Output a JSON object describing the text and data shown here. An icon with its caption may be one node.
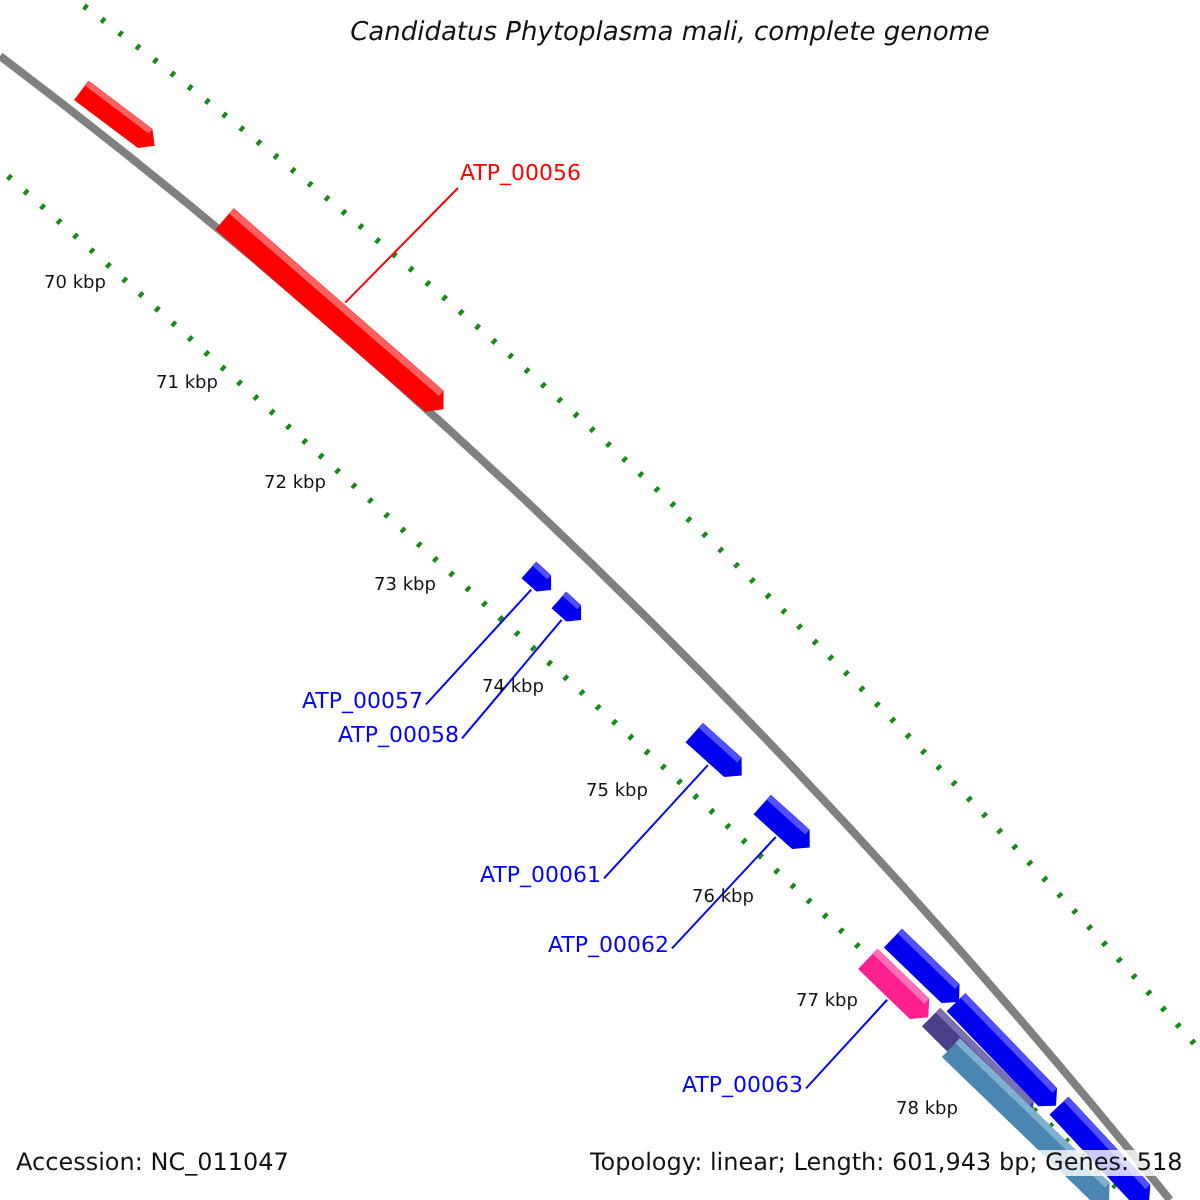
{
  "diagram": {
    "title": "Candidatus Phytoplasma mali, complete genome",
    "nodes": [
      {
        "text": [
          "ATP_00056"
        ]
      },
      {
        "text": [],
        "shape": "bar"
      },
      {
        "text": [
          "ATP_00057"
        ]
      },
      {
        "text": [],
        "shape": "bar"
      },
      {
        "text": [
          "ATP_00058"
        ]
      },
      {
        "text": [],
        "shape": "bar"
      },
      {
        "text": [
          "ATP_00061"
        ]
      },
      {
        "text": [],
        "shape": "bar"
      },
      {
        "text": [
          "ATP_00062"
        ]
      },
      {
        "text": [],
        "shape": "bar"
      },
      {
        "text": [
          "ATP_00063"
        ]
      },
      {
        "text": [],
        "shape": "bar"
      }
    ],
    "edges": [
      {
        "from": 0,
        "to": 1,
        "arrow": "none",
        "color": "#ff0000"
      },
      {
        "from": 2,
        "to": 3,
        "arrow": "none"
      },
      {
        "from": 4,
        "to": 5,
        "arrow": "none"
      },
      {
        "from": 6,
        "to": 7,
        "arrow": "none"
      },
      {
        "from": 8,
        "to": 9,
        "arrow": "none"
      },
      {
        "from": 10,
        "to": 11,
        "arrow": "none"
      }
    ],
    "labels": [
      "70 kbp",
      "71 kbp",
      "72 kbp",
      "73 kbp",
      "74 kbp",
      "75 kbp",
      "76 kbp",
      "77 kbp",
      "78 kbp",
      "Accession: NC_011047",
      "Topology: linear; Length: 601,943 bp; Genes: 518"
    ]
  }
}
